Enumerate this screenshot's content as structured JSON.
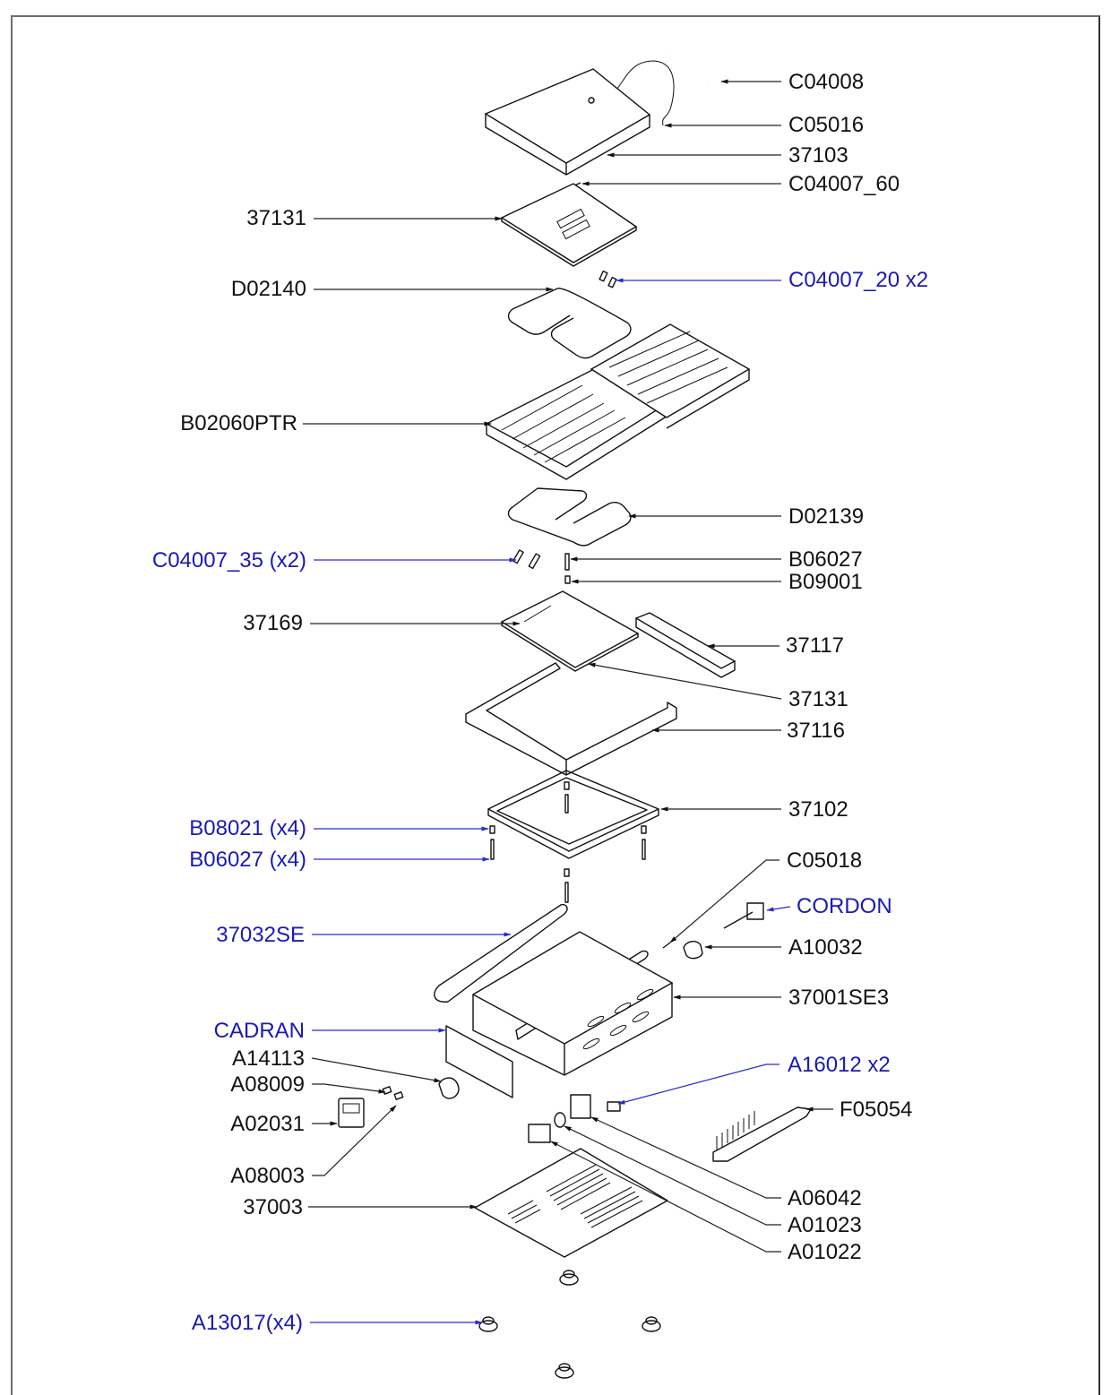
{
  "diagram": {
    "title": "Exploded parts view - waffle iron assembly",
    "colors": {
      "default_label": "#111111",
      "highlight_label": "#1a1ab4",
      "border": "#6e6e6e"
    },
    "labels": [
      {
        "id": "C04008",
        "text": "C04008",
        "highlight": false
      },
      {
        "id": "C05016",
        "text": "C05016",
        "highlight": false
      },
      {
        "id": "37103",
        "text": "37103",
        "highlight": false
      },
      {
        "id": "C04007_60",
        "text": "C04007_60",
        "highlight": false
      },
      {
        "id": "37131_top",
        "text": "37131",
        "highlight": false
      },
      {
        "id": "C04007_20",
        "text": "C04007_20 x2",
        "highlight": true
      },
      {
        "id": "D02140",
        "text": "D02140",
        "highlight": false
      },
      {
        "id": "B02060PTR",
        "text": "B02060PTR",
        "highlight": false
      },
      {
        "id": "D02139",
        "text": "D02139",
        "highlight": false
      },
      {
        "id": "C04007_35",
        "text": "C04007_35 (x2)",
        "highlight": true
      },
      {
        "id": "B06027",
        "text": "B06027",
        "highlight": false
      },
      {
        "id": "B09001",
        "text": "B09001",
        "highlight": false
      },
      {
        "id": "37169",
        "text": "37169",
        "highlight": false
      },
      {
        "id": "37117",
        "text": "37117",
        "highlight": false
      },
      {
        "id": "37131_mid",
        "text": "37131",
        "highlight": false
      },
      {
        "id": "37116",
        "text": "37116",
        "highlight": false
      },
      {
        "id": "37102",
        "text": "37102",
        "highlight": false
      },
      {
        "id": "B08021",
        "text": "B08021 (x4)",
        "highlight": true
      },
      {
        "id": "B06027_x4",
        "text": "B06027 (x4)",
        "highlight": true
      },
      {
        "id": "C05018",
        "text": "C05018",
        "highlight": false
      },
      {
        "id": "CORDON",
        "text": "CORDON",
        "highlight": true
      },
      {
        "id": "37032SE",
        "text": "37032SE",
        "highlight": true
      },
      {
        "id": "A10032",
        "text": "A10032",
        "highlight": false
      },
      {
        "id": "37001SE3",
        "text": "37001SE3",
        "highlight": false
      },
      {
        "id": "CADRAN",
        "text": "CADRAN",
        "highlight": true
      },
      {
        "id": "A14113",
        "text": "A14113",
        "highlight": false
      },
      {
        "id": "A16012",
        "text": "A16012 x2",
        "highlight": true
      },
      {
        "id": "A08009",
        "text": "A08009",
        "highlight": false
      },
      {
        "id": "F05054",
        "text": "F05054",
        "highlight": false
      },
      {
        "id": "A02031",
        "text": "A02031",
        "highlight": false
      },
      {
        "id": "A08003",
        "text": "A08003",
        "highlight": false
      },
      {
        "id": "37003",
        "text": "37003",
        "highlight": false
      },
      {
        "id": "A06042",
        "text": "A06042",
        "highlight": false
      },
      {
        "id": "A01023",
        "text": "A01023",
        "highlight": false
      },
      {
        "id": "A01022",
        "text": "A01022",
        "highlight": false
      },
      {
        "id": "A13017",
        "text": "A13017(x4)",
        "highlight": true
      }
    ]
  }
}
